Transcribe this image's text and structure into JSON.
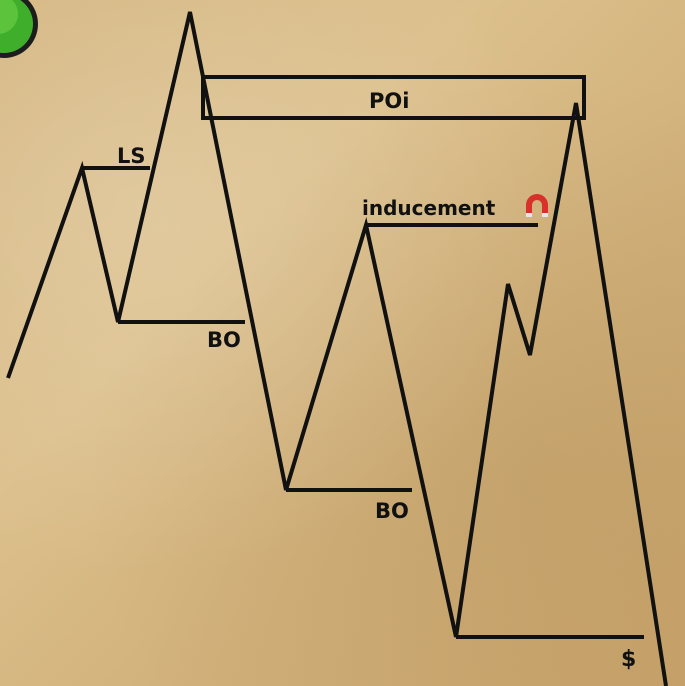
{
  "labels": {
    "ls": "LS",
    "bo_1": "BO",
    "bo_2": "BO",
    "poi": "POi",
    "inducement": "inducement",
    "dollar": "$"
  },
  "icons": {
    "corner_badge": "green-check-icon",
    "magnet": "magnet-icon"
  },
  "colors": {
    "background": "#d6b984",
    "line": "#111111",
    "magnet_red": "#d8302a",
    "badge_green": "#3fae2a"
  }
}
